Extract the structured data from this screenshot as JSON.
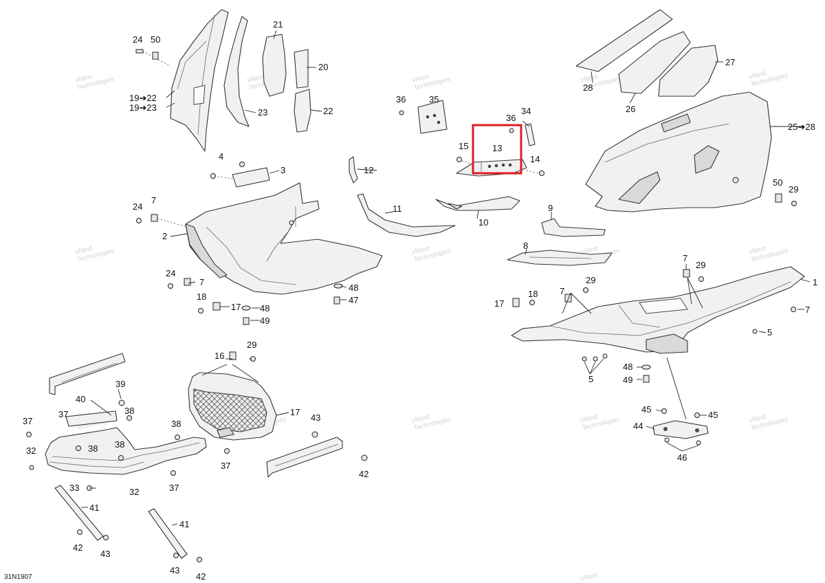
{
  "drawing_code": "31N1907",
  "watermark": {
    "line1": "vNext",
    "line2": "Technologies"
  },
  "highlighted_callout": "13",
  "colors": {
    "highlight": "#e01b22",
    "linework": "#333333",
    "watermark": "#d2d2d2"
  },
  "callouts": [
    {
      "id": "c1",
      "text": "24"
    },
    {
      "id": "c2",
      "text": "50"
    },
    {
      "id": "c3",
      "text": "21"
    },
    {
      "id": "c4",
      "text": "20"
    },
    {
      "id": "c5",
      "text": "19➔22"
    },
    {
      "id": "c6",
      "text": "19➔23"
    },
    {
      "id": "c7",
      "text": "23"
    },
    {
      "id": "c8",
      "text": "22"
    },
    {
      "id": "c9",
      "text": "4"
    },
    {
      "id": "c10",
      "text": "3"
    },
    {
      "id": "c11",
      "text": "12"
    },
    {
      "id": "c12",
      "text": "24"
    },
    {
      "id": "c13",
      "text": "7"
    },
    {
      "id": "c14",
      "text": "2"
    },
    {
      "id": "c15",
      "text": "11"
    },
    {
      "id": "c16",
      "text": "24"
    },
    {
      "id": "c17",
      "text": "7"
    },
    {
      "id": "c18",
      "text": "18"
    },
    {
      "id": "c19",
      "text": "17"
    },
    {
      "id": "c20",
      "text": "48"
    },
    {
      "id": "c21",
      "text": "47"
    },
    {
      "id": "c22",
      "text": "48"
    },
    {
      "id": "c23",
      "text": "49"
    },
    {
      "id": "c24",
      "text": "36"
    },
    {
      "id": "c25",
      "text": "35"
    },
    {
      "id": "c26",
      "text": "34"
    },
    {
      "id": "c27",
      "text": "36"
    },
    {
      "id": "c28",
      "text": "13"
    },
    {
      "id": "c29",
      "text": "15"
    },
    {
      "id": "c30",
      "text": "14"
    },
    {
      "id": "c31",
      "text": "10"
    },
    {
      "id": "c32",
      "text": "28"
    },
    {
      "id": "c33",
      "text": "27"
    },
    {
      "id": "c34",
      "text": "26"
    },
    {
      "id": "c35",
      "text": "25➔28"
    },
    {
      "id": "c36",
      "text": "50"
    },
    {
      "id": "c37",
      "text": "29"
    },
    {
      "id": "c38",
      "text": "9"
    },
    {
      "id": "c39",
      "text": "8"
    },
    {
      "id": "c40",
      "text": "7"
    },
    {
      "id": "c41",
      "text": "29"
    },
    {
      "id": "c42",
      "text": "1"
    },
    {
      "id": "c43",
      "text": "7"
    },
    {
      "id": "c44",
      "text": "29"
    },
    {
      "id": "c45",
      "text": "17"
    },
    {
      "id": "c46",
      "text": "18"
    },
    {
      "id": "c47",
      "text": "7"
    },
    {
      "id": "c48",
      "text": "5"
    },
    {
      "id": "c49",
      "text": "5"
    },
    {
      "id": "c50",
      "text": "48"
    },
    {
      "id": "c51",
      "text": "49"
    },
    {
      "id": "c52",
      "text": "45"
    },
    {
      "id": "c53",
      "text": "45"
    },
    {
      "id": "c54",
      "text": "44"
    },
    {
      "id": "c55",
      "text": "46"
    },
    {
      "id": "c56",
      "text": "16"
    },
    {
      "id": "c57",
      "text": "29"
    },
    {
      "id": "c58",
      "text": "17"
    },
    {
      "id": "c59",
      "text": "39"
    },
    {
      "id": "c60",
      "text": "40"
    },
    {
      "id": "c61",
      "text": "37"
    },
    {
      "id": "c62",
      "text": "38"
    },
    {
      "id": "c63",
      "text": "37"
    },
    {
      "id": "c64",
      "text": "32"
    },
    {
      "id": "c65",
      "text": "38"
    },
    {
      "id": "c66",
      "text": "38"
    },
    {
      "id": "c67",
      "text": "38"
    },
    {
      "id": "c68",
      "text": "37"
    },
    {
      "id": "c69",
      "text": "37"
    },
    {
      "id": "c70",
      "text": "33"
    },
    {
      "id": "c71",
      "text": "32"
    },
    {
      "id": "c72",
      "text": "43"
    },
    {
      "id": "c73",
      "text": "42"
    },
    {
      "id": "c74",
      "text": "41"
    },
    {
      "id": "c75",
      "text": "42"
    },
    {
      "id": "c76",
      "text": "43"
    },
    {
      "id": "c77",
      "text": "41"
    },
    {
      "id": "c78",
      "text": "43"
    },
    {
      "id": "c79",
      "text": "42"
    }
  ]
}
